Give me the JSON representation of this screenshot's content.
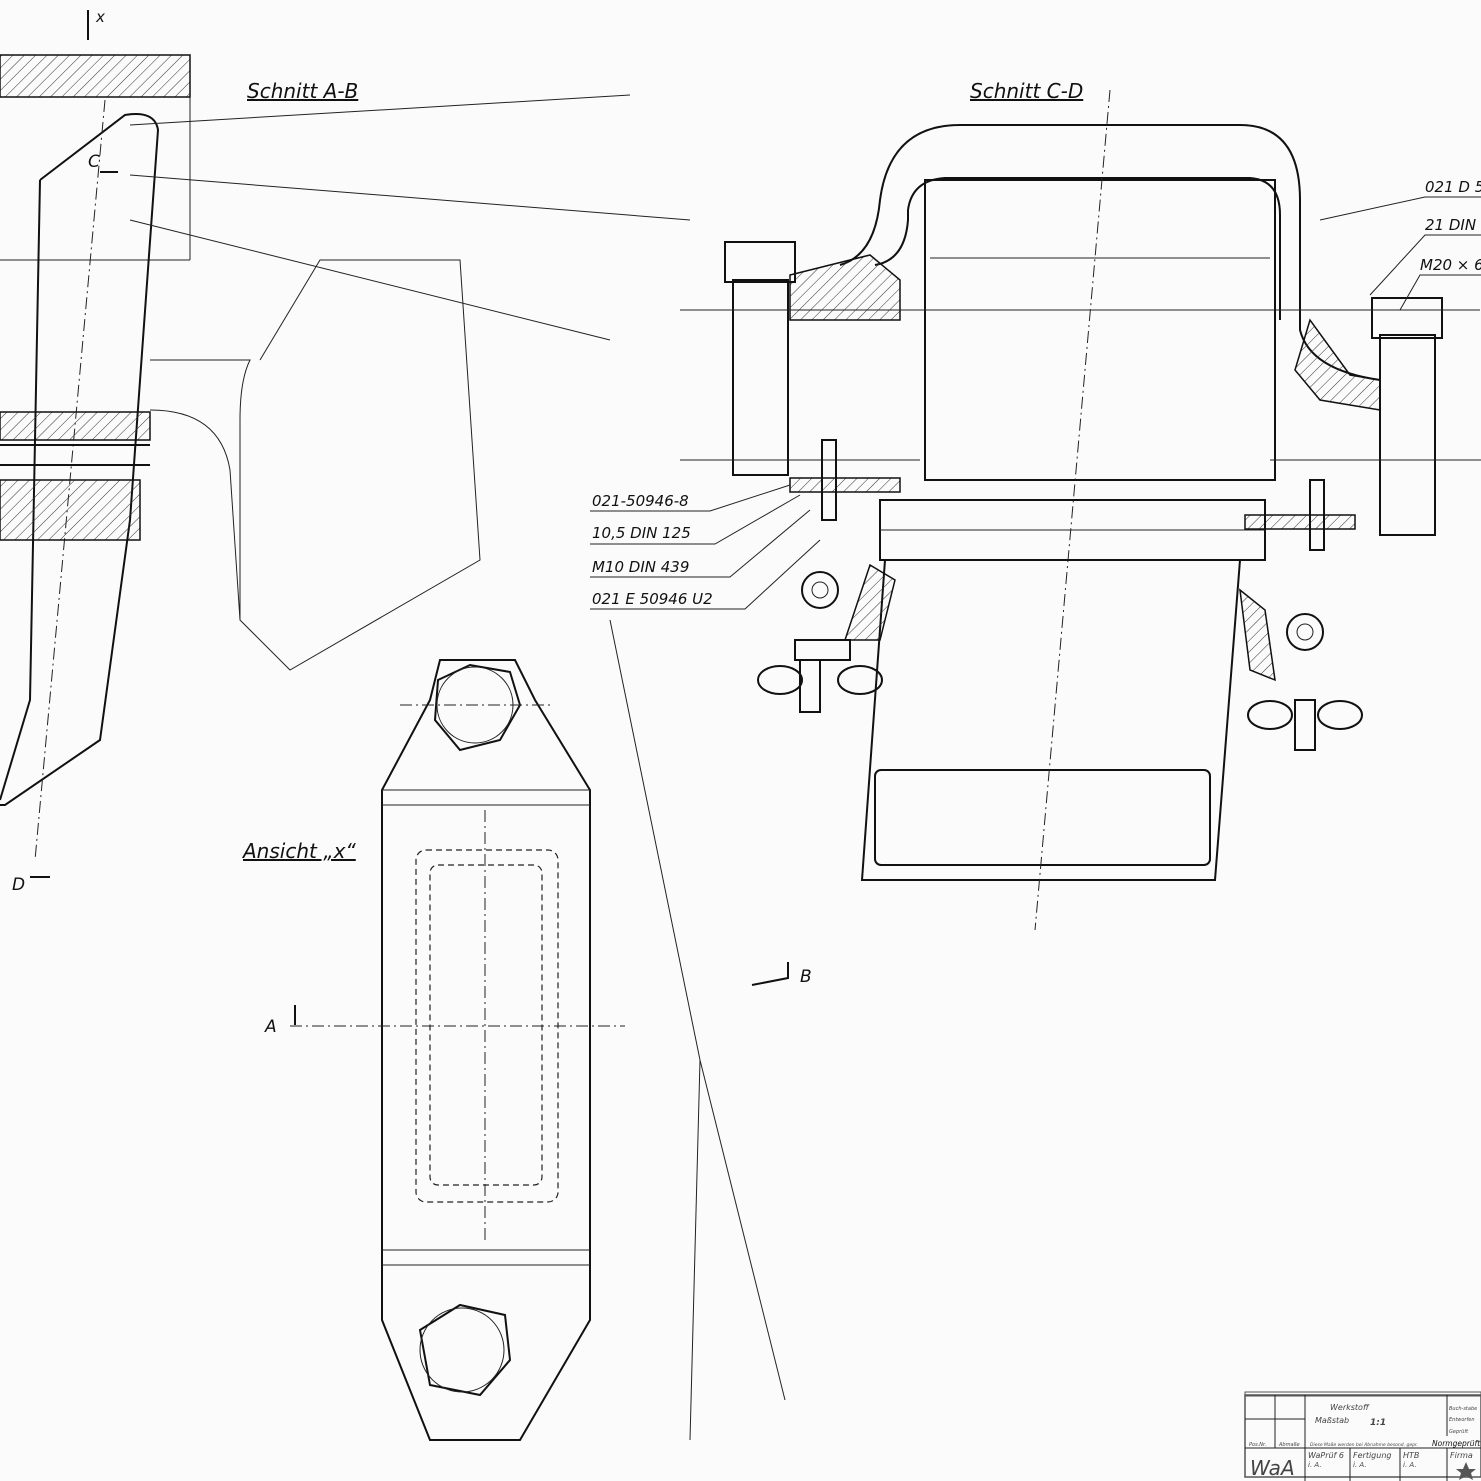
{
  "views": {
    "section_ab": "Schnitt A-B",
    "section_cd": "Schnitt C-D",
    "view_x": "Ansicht „x“"
  },
  "markers": {
    "a": "A",
    "b": "B",
    "c": "C",
    "d": "D",
    "x": "x"
  },
  "part_labels_left": [
    "021-50946-8",
    "10,5 DIN 125",
    "M10 DIN 439",
    "021 E 50946 U2"
  ],
  "part_labels_right": [
    "021 D 5",
    "21 DIN",
    "M20 × 6"
  ],
  "title_block": {
    "material_label": "Werkstoff",
    "letter_label": "Buch-stabe",
    "scale_label": "Maßstab",
    "scale_value": "1:1",
    "designed_label": "Entworfen",
    "checked_label": "Geprüft",
    "norm_checked_label": "Normgeprüft",
    "pos_label": "Pos.Nr.",
    "dims_label": "Abmaße",
    "note": "Diese Maße werden bei Abnahme besond. gepr.",
    "org_logo": "WaA",
    "dept1": "WaPrüf 6",
    "dept2": "Fertigung",
    "dept3": "HTB",
    "sign": "i. A.",
    "firm_label": "Firma"
  }
}
